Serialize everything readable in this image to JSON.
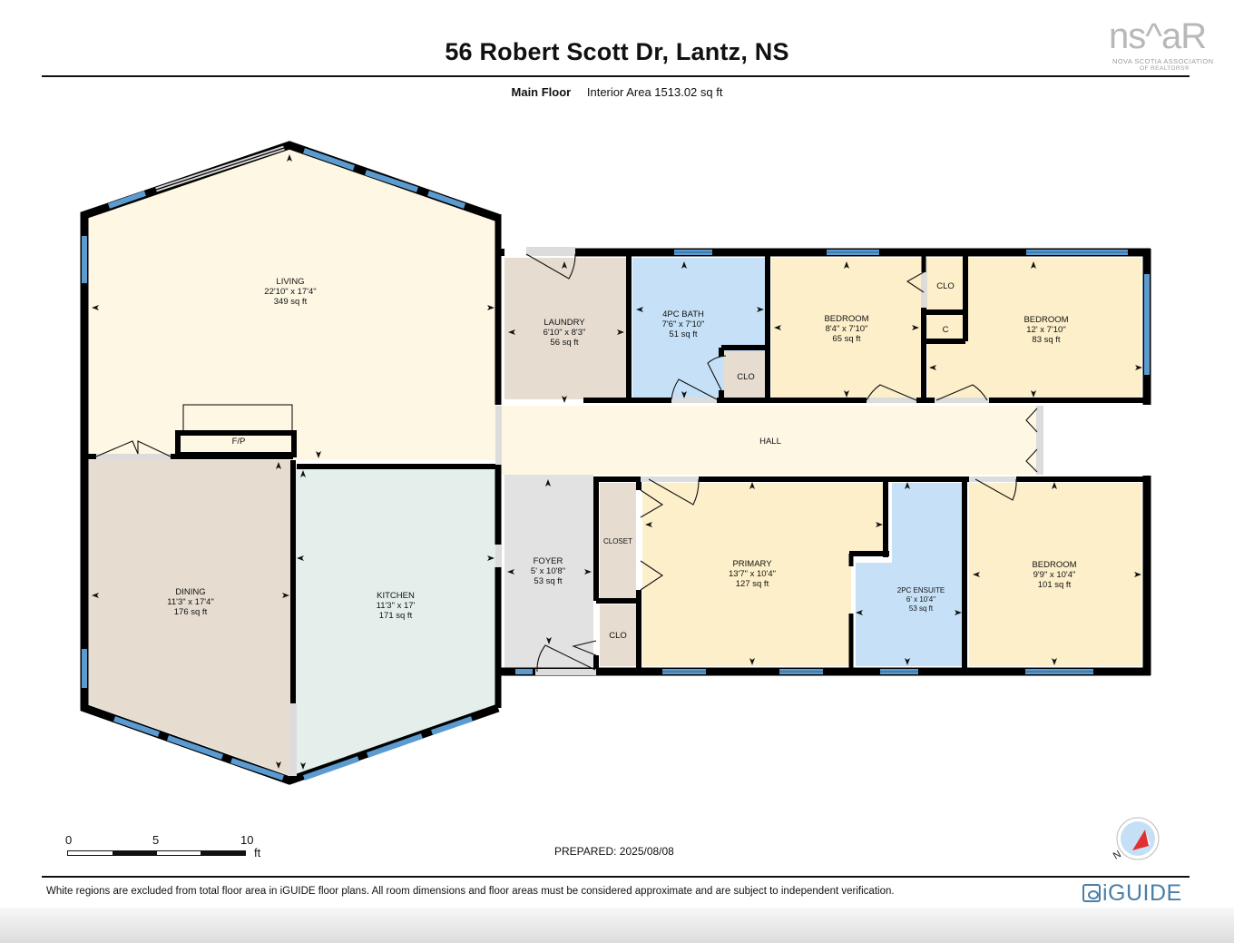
{
  "header": {
    "title": "56 Robert Scott Dr, Lantz, NS",
    "floor_name": "Main Floor",
    "interior_area": "Interior Area 1513.02 sq ft"
  },
  "logo": {
    "brand": "ns^aR",
    "line1": "NOVA SCOTIA ASSOCIATION",
    "line2": "OF REALTORS®"
  },
  "rooms": {
    "living": {
      "name": "LIVING",
      "dims": "22'10\" x 17'4\"",
      "area": "349 sq ft"
    },
    "dining": {
      "name": "DINING",
      "dims": "11'3\" x 17'4\"",
      "area": "176 sq ft"
    },
    "kitchen": {
      "name": "KITCHEN",
      "dims": "11'3\" x 17'",
      "area": "171 sq ft"
    },
    "laundry": {
      "name": "LAUNDRY",
      "dims": "6'10\" x 8'3\"",
      "area": "56 sq ft"
    },
    "bath4pc": {
      "name": "4PC BATH",
      "dims": "7'6\" x 7'10\"",
      "area": "51 sq ft"
    },
    "bedroom1": {
      "name": "BEDROOM",
      "dims": "8'4\" x 7'10\"",
      "area": "65 sq ft"
    },
    "bedroom2": {
      "name": "BEDROOM",
      "dims": "12' x 7'10\"",
      "area": "83 sq ft"
    },
    "hall": {
      "name": "HALL"
    },
    "foyer": {
      "name": "FOYER",
      "dims": "5' x 10'8\"",
      "area": "53 sq ft"
    },
    "primary": {
      "name": "PRIMARY",
      "dims": "13'7\" x 10'4\"",
      "area": "127 sq ft"
    },
    "ensuite": {
      "name": "2PC ENSUITE",
      "dims": "6' x 10'4\"",
      "area": "53 sq ft"
    },
    "bedroom3": {
      "name": "BEDROOM",
      "dims": "9'9\" x 10'4\"",
      "area": "101 sq ft"
    },
    "closet": {
      "name": "CLOSET"
    },
    "clo_bath": {
      "name": "CLO"
    },
    "clo_bed": {
      "name": "CLO"
    },
    "c_bed": {
      "name": "C"
    },
    "clo_foyer": {
      "name": "CLO"
    },
    "fireplace": {
      "name": "F/P"
    }
  },
  "scale": {
    "t0": "0",
    "t5": "5",
    "t10": "10",
    "unit": "ft"
  },
  "prepared": "PREPARED: 2025/08/08",
  "compass": {
    "north": "N"
  },
  "footer": {
    "disclaimer": "White regions are excluded from total floor area in iGUIDE floor plans. All room dimensions and floor areas must be considered approximate and are subject to independent verification.",
    "brand": "iGUIDE"
  },
  "colors": {
    "wall": "#000000",
    "window": "#5b9bd0",
    "living": "#fdf7e4",
    "bedroom": "#fcefc9",
    "dining": "#e6ddd0",
    "kitchen": "#e4efec",
    "bath": "#c6e1f7",
    "foyer": "#e2e2e2",
    "laundry": "#e6ddd0",
    "iguide": "#4a7fa8"
  }
}
